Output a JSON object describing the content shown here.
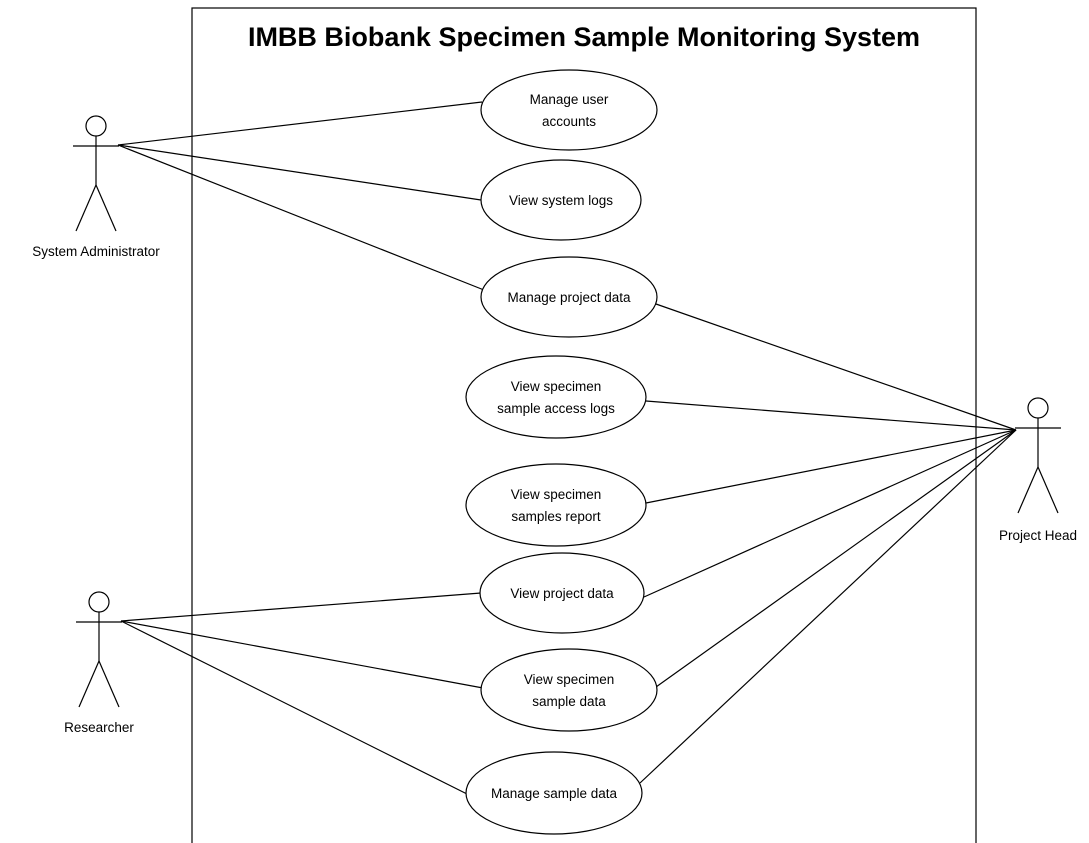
{
  "system": {
    "title": "IMBB Biobank Specimen Sample Monitoring System"
  },
  "actors": [
    {
      "id": "sysadmin",
      "label": "System Administrator"
    },
    {
      "id": "researcher",
      "label": "Researcher"
    },
    {
      "id": "projecthead",
      "label": "Project Head"
    }
  ],
  "use_cases": [
    {
      "id": "uc1",
      "lines": [
        "Manage user",
        "accounts"
      ]
    },
    {
      "id": "uc2",
      "lines": [
        "View system logs"
      ]
    },
    {
      "id": "uc3",
      "lines": [
        "Manage project data"
      ]
    },
    {
      "id": "uc4",
      "lines": [
        "View specimen",
        "sample access logs"
      ]
    },
    {
      "id": "uc5",
      "lines": [
        "View specimen",
        "samples report"
      ]
    },
    {
      "id": "uc6",
      "lines": [
        "View project data"
      ]
    },
    {
      "id": "uc7",
      "lines": [
        "View specimen",
        "sample data"
      ]
    },
    {
      "id": "uc8",
      "lines": [
        "Manage sample data"
      ]
    }
  ],
  "associations": [
    [
      "sysadmin",
      "uc1"
    ],
    [
      "sysadmin",
      "uc2"
    ],
    [
      "sysadmin",
      "uc3"
    ],
    [
      "projecthead",
      "uc3"
    ],
    [
      "projecthead",
      "uc4"
    ],
    [
      "projecthead",
      "uc5"
    ],
    [
      "projecthead",
      "uc6"
    ],
    [
      "projecthead",
      "uc7"
    ],
    [
      "projecthead",
      "uc8"
    ],
    [
      "researcher",
      "uc6"
    ],
    [
      "researcher",
      "uc7"
    ],
    [
      "researcher",
      "uc8"
    ]
  ]
}
